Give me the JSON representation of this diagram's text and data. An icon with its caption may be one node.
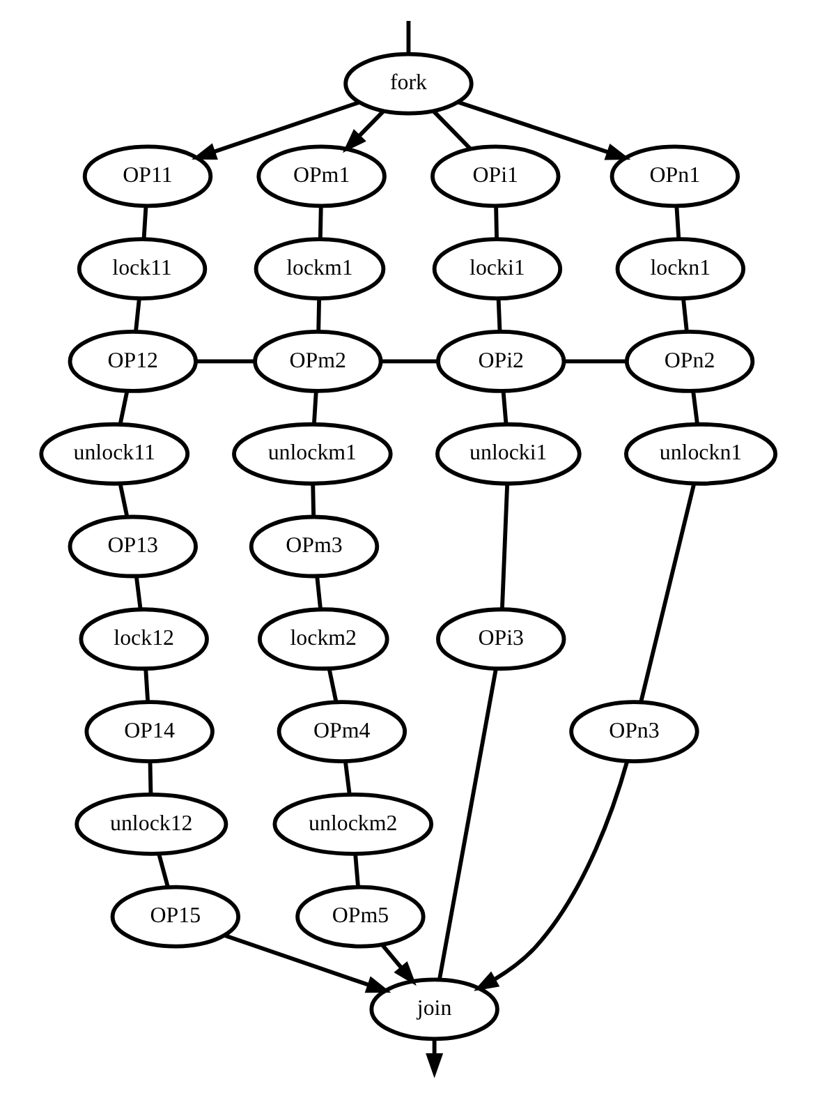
{
  "diagram": {
    "nodes": [
      {
        "text": [
          "fork"
        ]
      },
      {
        "text": [
          "OP11"
        ]
      },
      {
        "text": [
          "OPm1"
        ]
      },
      {
        "text": [
          "OPi1"
        ]
      },
      {
        "text": [
          "OPn1"
        ]
      },
      {
        "text": [
          "lock11"
        ]
      },
      {
        "text": [
          "lockm1"
        ]
      },
      {
        "text": [
          "locki1"
        ]
      },
      {
        "text": [
          "lockn1"
        ]
      },
      {
        "text": [
          "OP12"
        ]
      },
      {
        "text": [
          "OPm2"
        ]
      },
      {
        "text": [
          "OPi2"
        ]
      },
      {
        "text": [
          "OPn2"
        ]
      },
      {
        "text": [
          "unlock11"
        ]
      },
      {
        "text": [
          "unlockm1"
        ]
      },
      {
        "text": [
          "unlocki1"
        ]
      },
      {
        "text": [
          "unlockn1"
        ]
      },
      {
        "text": [
          "OP13"
        ]
      },
      {
        "text": [
          "OPm3"
        ]
      },
      {
        "text": [
          "OPi3"
        ]
      },
      {
        "text": [
          "OPn3"
        ]
      },
      {
        "text": [
          "lock12"
        ]
      },
      {
        "text": [
          "lockm2"
        ]
      },
      {
        "text": [
          "OP14"
        ]
      },
      {
        "text": [
          "OPm4"
        ]
      },
      {
        "text": [
          "unlock12"
        ]
      },
      {
        "text": [
          "unlockm2"
        ]
      },
      {
        "text": [
          "OP15"
        ]
      },
      {
        "text": [
          "OPm5"
        ]
      },
      {
        "text": [
          "join"
        ]
      }
    ],
    "edges": [
      {
        "from": null,
        "to": 0,
        "arrow": "none"
      },
      {
        "from": 0,
        "to": 1,
        "arrow": "to"
      },
      {
        "from": 0,
        "to": 2,
        "arrow": "to"
      },
      {
        "from": 0,
        "to": 3,
        "arrow": "none"
      },
      {
        "from": 0,
        "to": 4,
        "arrow": "to"
      },
      {
        "from": 1,
        "to": 5,
        "arrow": "none"
      },
      {
        "from": 5,
        "to": 9,
        "arrow": "none"
      },
      {
        "from": 9,
        "to": 13,
        "arrow": "none"
      },
      {
        "from": 13,
        "to": 17,
        "arrow": "none"
      },
      {
        "from": 17,
        "to": 21,
        "arrow": "none"
      },
      {
        "from": 21,
        "to": 23,
        "arrow": "none"
      },
      {
        "from": 23,
        "to": 25,
        "arrow": "none"
      },
      {
        "from": 25,
        "to": 27,
        "arrow": "none"
      },
      {
        "from": 2,
        "to": 6,
        "arrow": "none"
      },
      {
        "from": 6,
        "to": 10,
        "arrow": "none"
      },
      {
        "from": 10,
        "to": 14,
        "arrow": "none"
      },
      {
        "from": 14,
        "to": 18,
        "arrow": "none"
      },
      {
        "from": 18,
        "to": 22,
        "arrow": "none"
      },
      {
        "from": 22,
        "to": 24,
        "arrow": "none"
      },
      {
        "from": 24,
        "to": 26,
        "arrow": "none"
      },
      {
        "from": 26,
        "to": 28,
        "arrow": "none"
      },
      {
        "from": 3,
        "to": 7,
        "arrow": "none"
      },
      {
        "from": 7,
        "to": 11,
        "arrow": "none"
      },
      {
        "from": 11,
        "to": 15,
        "arrow": "none"
      },
      {
        "from": 15,
        "to": 19,
        "arrow": "none"
      },
      {
        "from": 4,
        "to": 8,
        "arrow": "none"
      },
      {
        "from": 8,
        "to": 12,
        "arrow": "none"
      },
      {
        "from": 12,
        "to": 16,
        "arrow": "none"
      },
      {
        "from": 16,
        "to": 20,
        "arrow": "none"
      },
      {
        "from": 9,
        "to": 10,
        "arrow": "none"
      },
      {
        "from": 10,
        "to": 11,
        "arrow": "none"
      },
      {
        "from": 11,
        "to": 12,
        "arrow": "none"
      },
      {
        "from": 27,
        "to": 29,
        "arrow": "to"
      },
      {
        "from": 28,
        "to": 29,
        "arrow": "to"
      },
      {
        "from": 19,
        "to": 29,
        "arrow": "none"
      },
      {
        "from": 20,
        "to": 29,
        "arrow": "to"
      },
      {
        "from": 29,
        "to": null,
        "arrow": "to"
      }
    ]
  }
}
